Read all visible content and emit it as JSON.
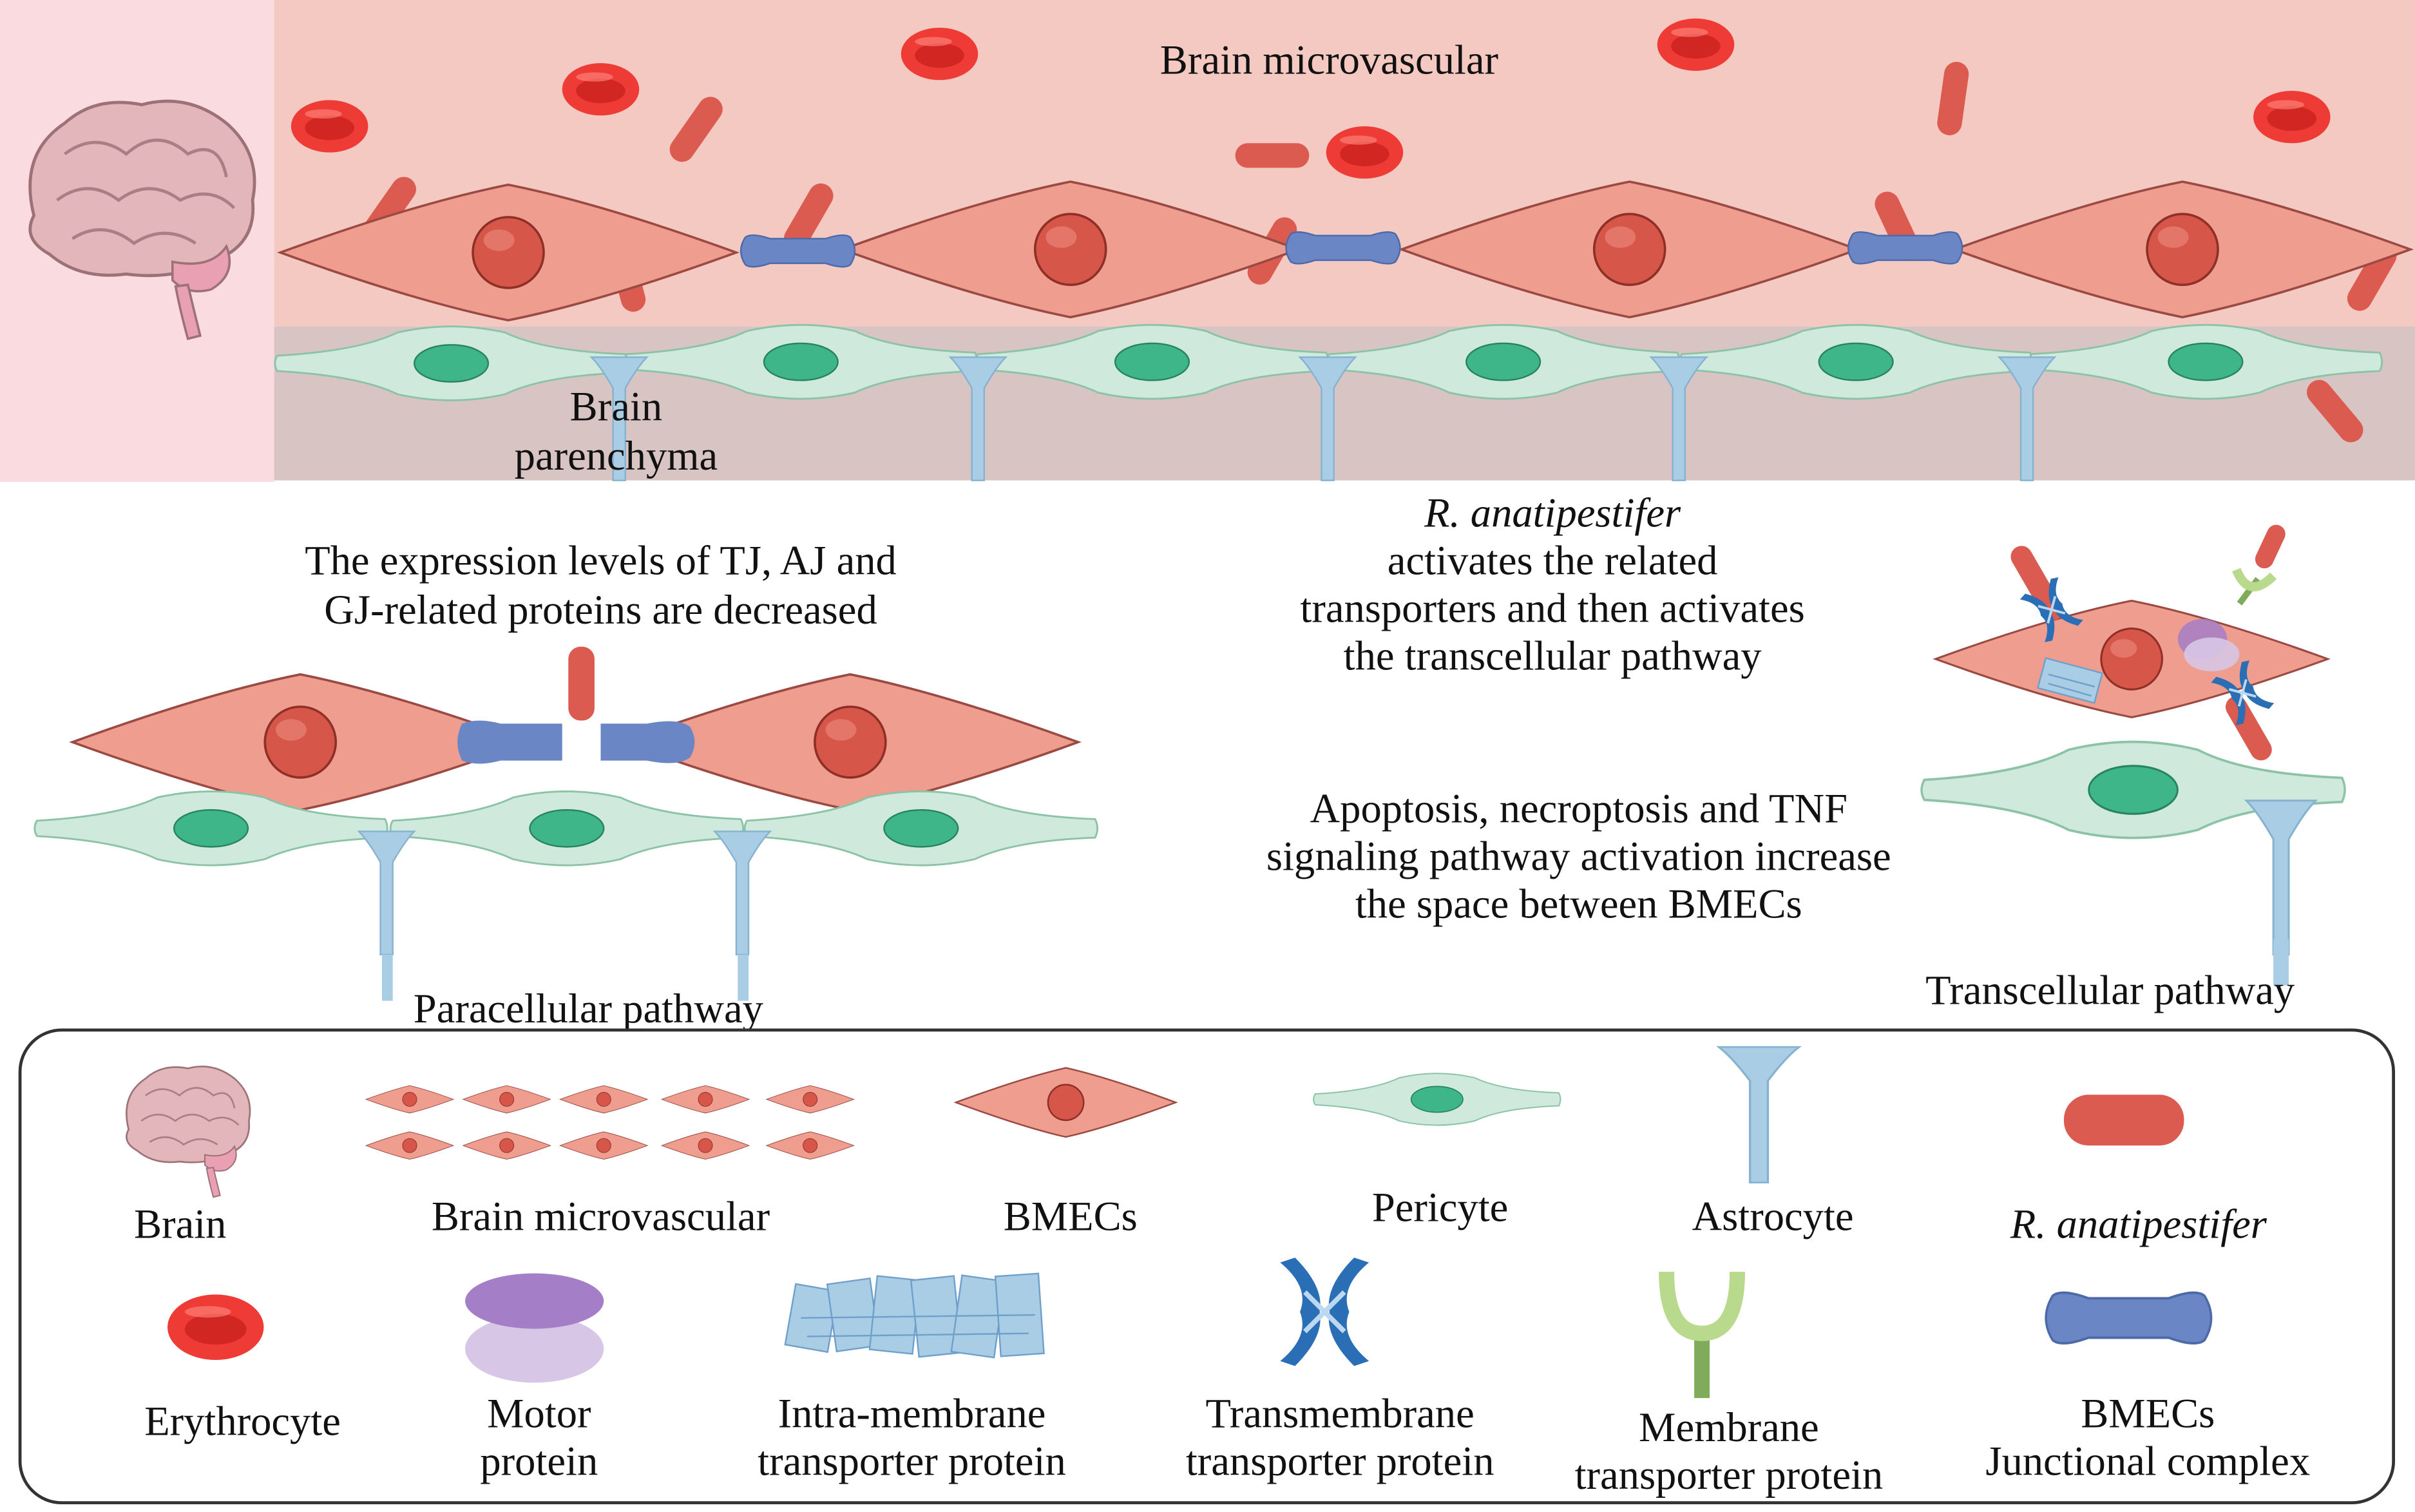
{
  "top_panel": {
    "vessel_label": "Brain microvascular",
    "parenchyma_label_line1": "Brain",
    "parenchyma_label_line2": "parenchyma"
  },
  "paracellular": {
    "caption_line1": "The expression levels of TJ, AJ and",
    "caption_line2": "GJ-related proteins are decreased",
    "pathway_label": "Paracellular pathway"
  },
  "transcellular": {
    "caption_line1": "R. anatipestifer",
    "caption_line2": "activates the related",
    "caption_line3": "transporters and then activates",
    "caption_line4": "the transcellular pathway",
    "pathway_label": "Transcellular pathway"
  },
  "apoptosis_note": {
    "line1": "Apoptosis, necroptosis and TNF",
    "line2": "signaling pathway activation increase",
    "line3": "the space between BMECs"
  },
  "legend": {
    "brain": "Brain",
    "brain_microvascular": "Brain microvascular",
    "bmecs": "BMECs",
    "pericyte": "Pericyte",
    "astrocyte": "Astrocyte",
    "r_anatipestifer": "R. anatipestifer",
    "erythrocyte": "Erythrocyte",
    "motor_protein_line1": "Motor",
    "motor_protein_line2": "protein",
    "intra_line1": "Intra-membrane",
    "intra_line2": "transporter protein",
    "trans_line1": "Transmembrane",
    "trans_line2": "transporter protein",
    "membrane_line1": "Membrane",
    "membrane_line2": "transporter protein",
    "junction_line1": "BMECs",
    "junction_line2": "Junctional complex"
  },
  "colors": {
    "vessel_bg": "#f4c9c2",
    "brain_panel_bg": "#fadbe0",
    "parenchyma_bg": "#d8c4c3",
    "endothelial_cell": "#ef9d8e",
    "nucleus": "#d6574a",
    "pericyte": "#cfeadc",
    "pericyte_nucleus": "#3fb58a",
    "astrocyte": "#a9cde4",
    "bacterium": "#dc5b50",
    "erythrocyte": "#ee3b36",
    "junction": "#6a86c4",
    "motor_protein": "#a47fc7",
    "transmembrane": "#2a6fb5",
    "membrane_transporter": "#7fab5a"
  }
}
